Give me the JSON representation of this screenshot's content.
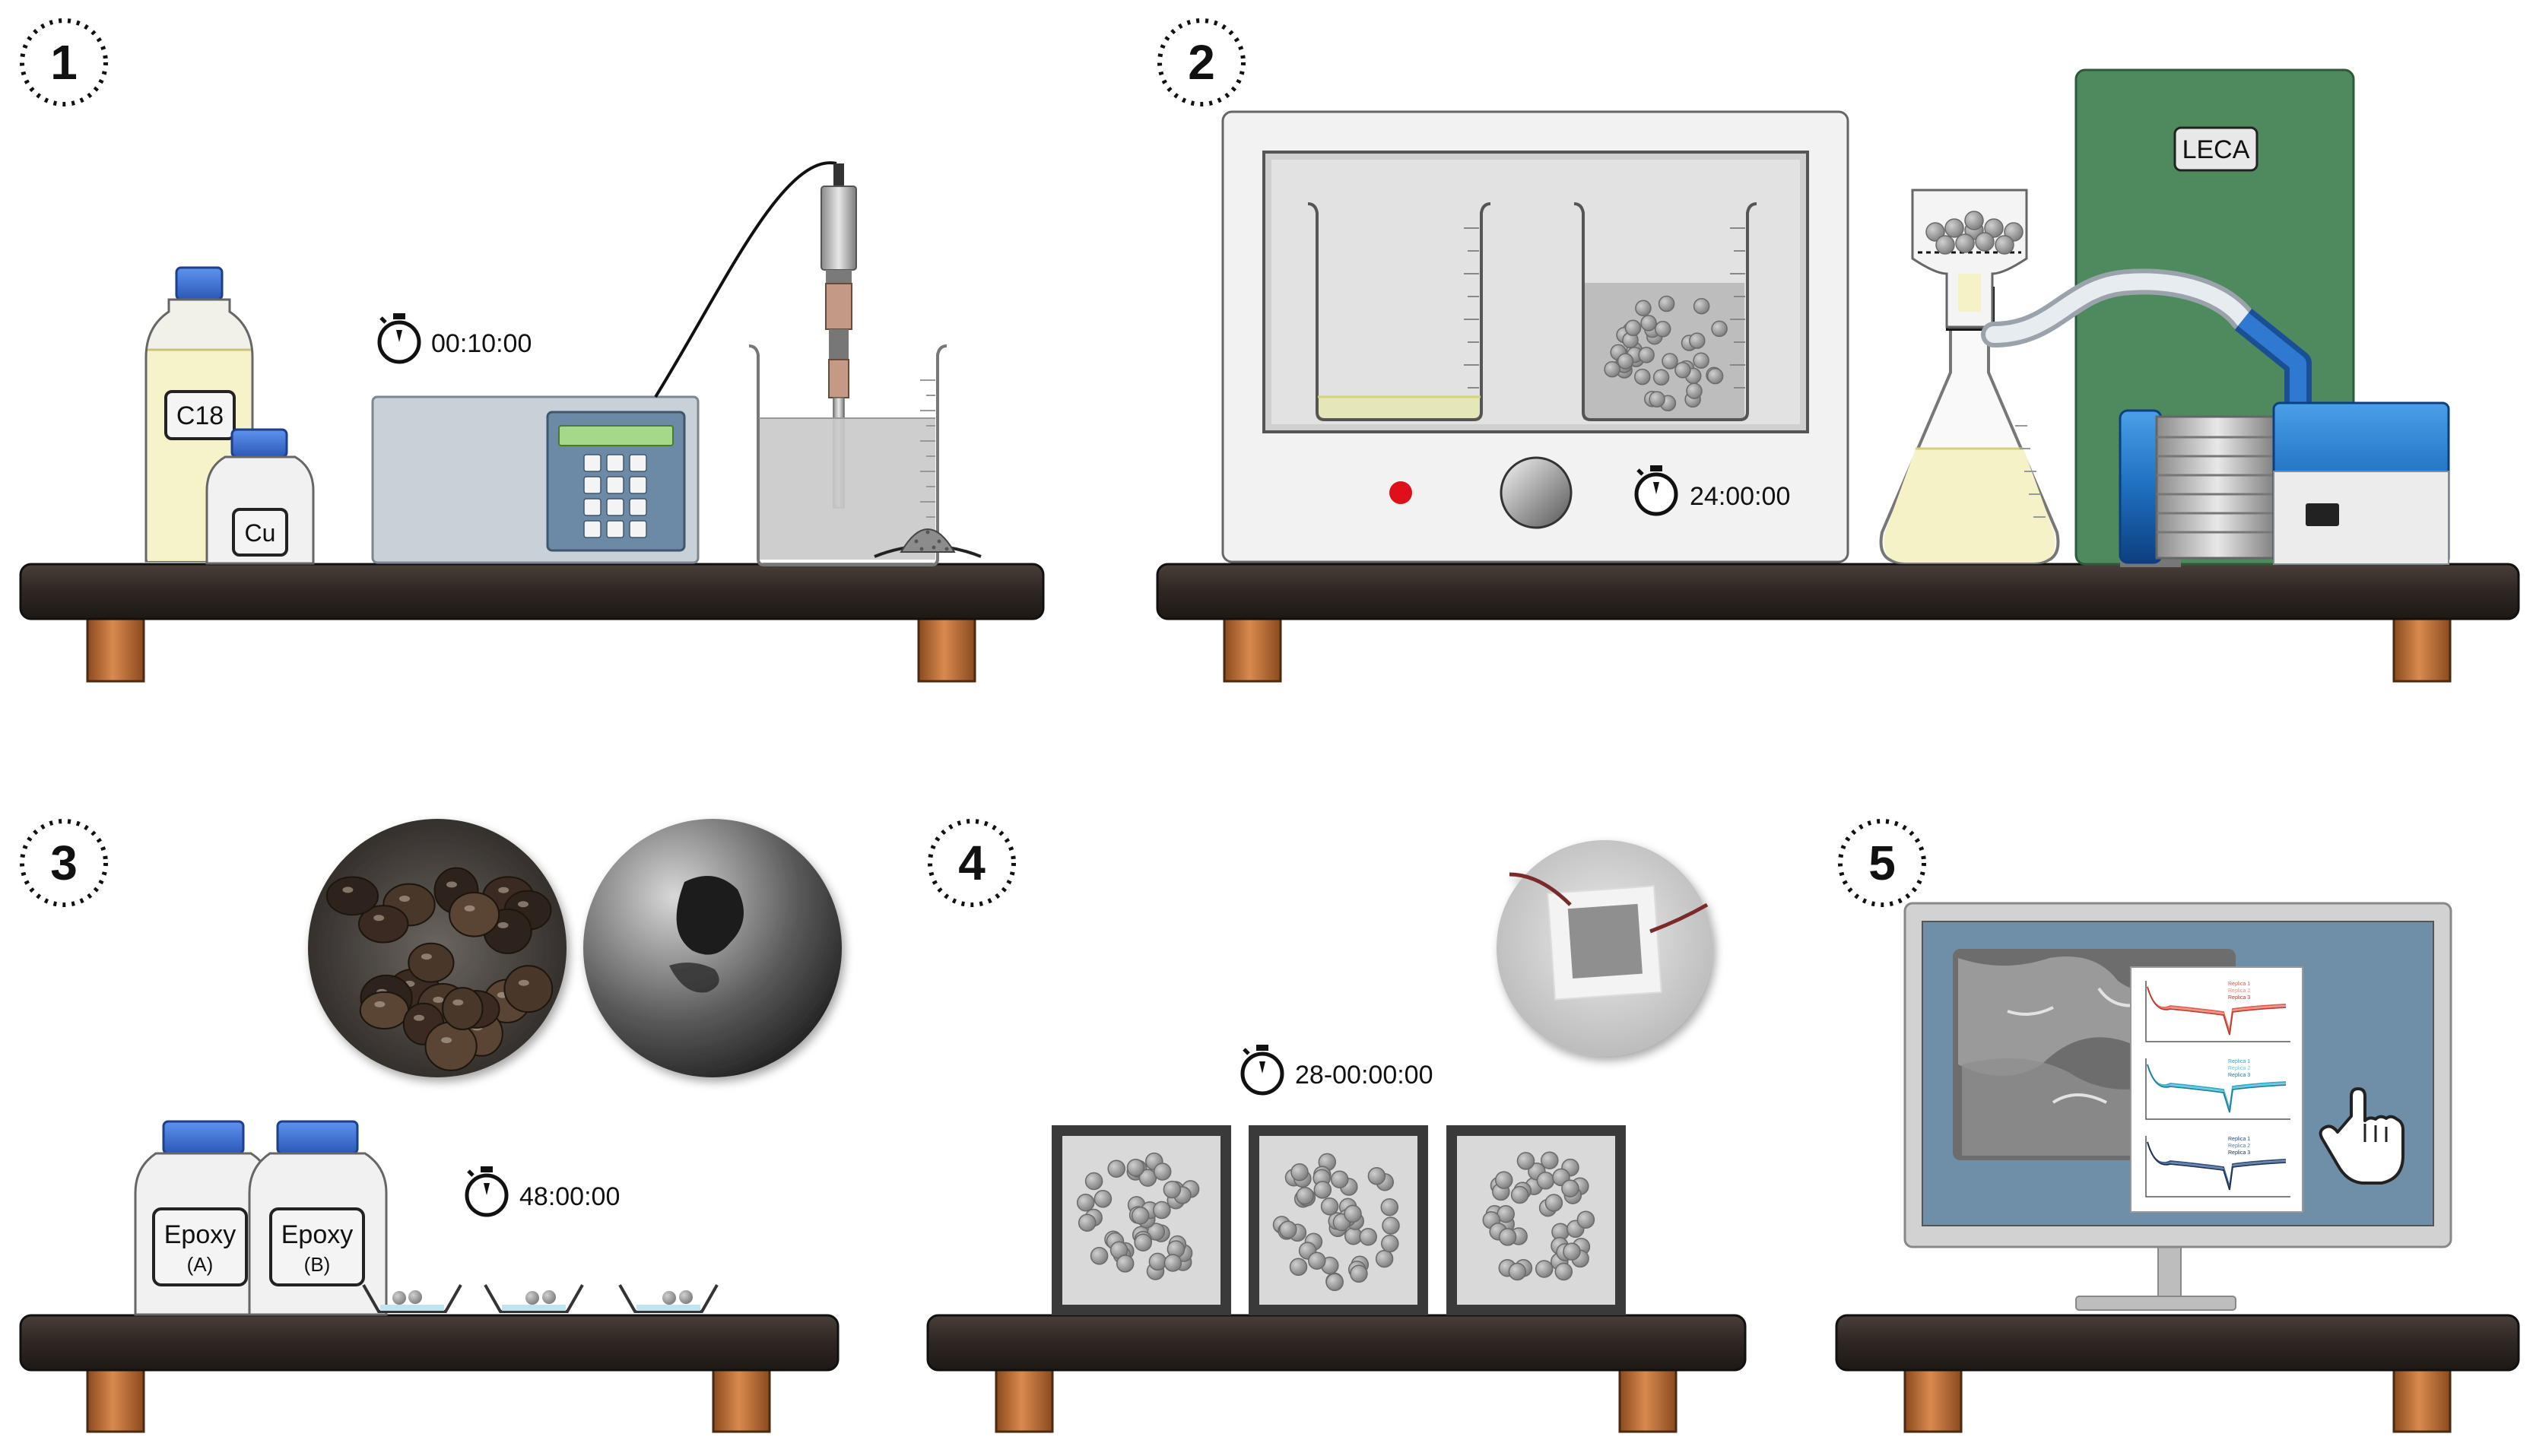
{
  "steps": {
    "s1": "1",
    "s2": "2",
    "s3": "3",
    "s4": "4",
    "s5": "5"
  },
  "timers": {
    "t1": "00:10:00",
    "t2": "24:00:00",
    "t3": "48:00:00",
    "t4": "28-00:00:00"
  },
  "labels": {
    "c18": "C18",
    "cu": "Cu",
    "leca": "LECA",
    "epoxy_a": "Epoxy",
    "epoxy_a_sub": "(A)",
    "epoxy_b": "Epoxy",
    "epoxy_b_sub": "(B)"
  },
  "chart_legend": {
    "replica1": "Replica 1",
    "replica2": "Replica 2",
    "replica3": "Replica 3"
  },
  "colors": {
    "bench": "#3a302b",
    "bench_leg": "#b8652f",
    "cap_blue": "#3a6fd8",
    "pump_blue": "#1f6fc0",
    "cabinet_green": "#4f8a5e",
    "monitor_screen": "#6f8fa8",
    "liquid_yellow": "#f6f2c8",
    "liquid_grey": "#c9c9c9",
    "bead_grey": "#9a9a9a"
  },
  "icons": {
    "stopwatch": "stopwatch-icon",
    "hand_pointer": "hand-pointer-icon"
  }
}
